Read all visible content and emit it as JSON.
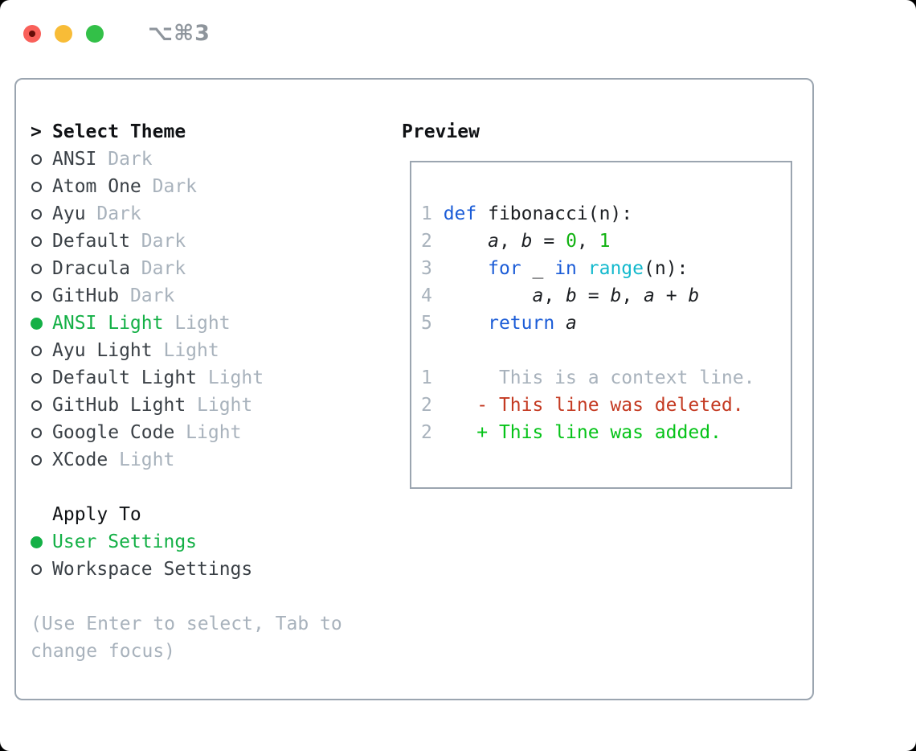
{
  "window": {
    "shortcut_label": "⌥⌘3"
  },
  "theme_panel": {
    "title_prefix": ">",
    "title": "Select Theme",
    "items": [
      {
        "label": "ANSI",
        "tag": "Dark",
        "selected": false
      },
      {
        "label": "Atom One",
        "tag": "Dark",
        "selected": false
      },
      {
        "label": "Ayu",
        "tag": "Dark",
        "selected": false
      },
      {
        "label": "Default",
        "tag": "Dark",
        "selected": false
      },
      {
        "label": "Dracula",
        "tag": "Dark",
        "selected": false
      },
      {
        "label": "GitHub",
        "tag": "Dark",
        "selected": false
      },
      {
        "label": "ANSI Light",
        "tag": "Light",
        "selected": true
      },
      {
        "label": "Ayu Light",
        "tag": "Light",
        "selected": false
      },
      {
        "label": "Default Light",
        "tag": "Light",
        "selected": false
      },
      {
        "label": "GitHub Light",
        "tag": "Light",
        "selected": false
      },
      {
        "label": "Google Code",
        "tag": "Light",
        "selected": false
      },
      {
        "label": "XCode",
        "tag": "Light",
        "selected": false
      }
    ],
    "apply_to": {
      "title": "Apply To",
      "options": [
        {
          "label": "User Settings",
          "selected": true
        },
        {
          "label": "Workspace Settings",
          "selected": false
        }
      ]
    },
    "hint": "(Use Enter to select, Tab to change focus)"
  },
  "preview": {
    "title": "Preview",
    "lines": [
      {
        "num": "1",
        "tokens": [
          {
            "c": "kw",
            "t": "def"
          },
          {
            "c": "pl",
            "t": " fibonacci(n):"
          }
        ]
      },
      {
        "num": "2",
        "tokens": [
          {
            "c": "pl",
            "t": "    "
          },
          {
            "c": "var",
            "t": "a"
          },
          {
            "c": "pl",
            "t": ", "
          },
          {
            "c": "var",
            "t": "b"
          },
          {
            "c": "pl",
            "t": " = "
          },
          {
            "c": "num",
            "t": "0"
          },
          {
            "c": "pl",
            "t": ", "
          },
          {
            "c": "num",
            "t": "1"
          }
        ]
      },
      {
        "num": "3",
        "tokens": [
          {
            "c": "pl",
            "t": "    "
          },
          {
            "c": "kw",
            "t": "for"
          },
          {
            "c": "pl",
            "t": " _ "
          },
          {
            "c": "kw",
            "t": "in"
          },
          {
            "c": "pl",
            "t": " "
          },
          {
            "c": "bi",
            "t": "range"
          },
          {
            "c": "pl",
            "t": "(n):"
          }
        ]
      },
      {
        "num": "4",
        "tokens": [
          {
            "c": "pl",
            "t": "        "
          },
          {
            "c": "var",
            "t": "a"
          },
          {
            "c": "pl",
            "t": ", "
          },
          {
            "c": "var",
            "t": "b"
          },
          {
            "c": "pl",
            "t": " = "
          },
          {
            "c": "var",
            "t": "b"
          },
          {
            "c": "pl",
            "t": ", "
          },
          {
            "c": "var",
            "t": "a"
          },
          {
            "c": "pl",
            "t": " + "
          },
          {
            "c": "var",
            "t": "b"
          }
        ]
      },
      {
        "num": "5",
        "tokens": [
          {
            "c": "pl",
            "t": "    "
          },
          {
            "c": "kw",
            "t": "return"
          },
          {
            "c": "pl",
            "t": " "
          },
          {
            "c": "var",
            "t": "a"
          }
        ]
      },
      {
        "num": "",
        "tokens": []
      },
      {
        "num": "1",
        "tokens": [
          {
            "c": "ctx",
            "t": "     This is a context line."
          }
        ]
      },
      {
        "num": "2",
        "tokens": [
          {
            "c": "del",
            "t": "   - This line was deleted."
          }
        ]
      },
      {
        "num": "2",
        "tokens": [
          {
            "c": "add",
            "t": "   + This line was added."
          }
        ]
      }
    ]
  },
  "colors": {
    "header_black": "#101215",
    "text_dark": "#3a4046",
    "code_dark": "#1c1f23",
    "muted_gray": "#a8b2bc",
    "border_gray": "#9ba5b0",
    "accent_green": "#14b046",
    "added_green": "#05c318",
    "number_green": "#12b212",
    "keyword_blue": "#1b5cd7",
    "builtin_cyan": "#13b9cd",
    "deleted_red": "#c43a22",
    "shortcut_gray": "#8e959c",
    "light_red": "#f9605a",
    "light_red_dot": "#650d08",
    "light_yellow": "#f8bc37",
    "light_green": "#33c048"
  }
}
